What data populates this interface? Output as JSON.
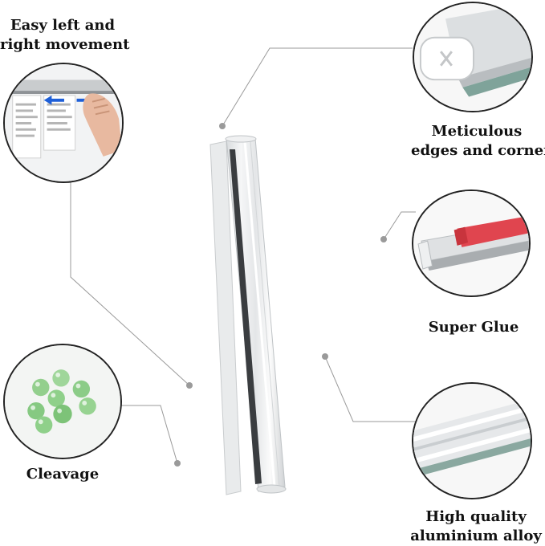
{
  "features": {
    "movement": {
      "line1": "Easy left and",
      "line2": "right movement"
    },
    "edges": {
      "line1": "Meticulous",
      "line2": "edges and corners"
    },
    "glue": {
      "line1": "Super Glue"
    },
    "cleavage": {
      "line1": "Cleavage"
    },
    "alloy": {
      "line1": "High quality",
      "line2": "aluminium alloy"
    }
  },
  "colors": {
    "connector": "#9a9a9a",
    "circle_border": "#222222",
    "label_text": "#111111",
    "glue_strip": "#e0454f",
    "bead_green": "#8fd08a",
    "arrow_blue": "#1e5fd8"
  }
}
